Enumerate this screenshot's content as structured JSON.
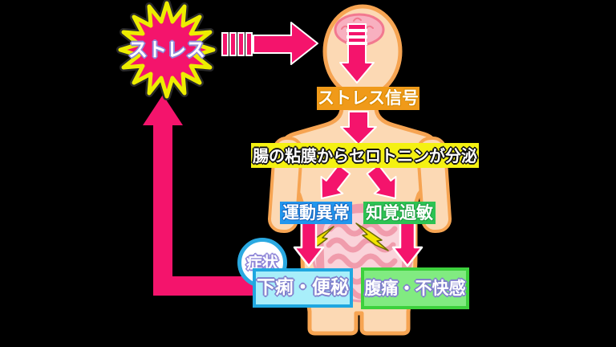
{
  "diagram": {
    "description": "stress and gut symptom feedback loop diagram",
    "labels": {
      "stress": "ストレス",
      "stress_signal": "ストレス信号",
      "serotonin": "腸の粘膜からセロトニンが分泌",
      "motor_abnormality": "運動異常",
      "hypersensitivity": "知覚過敏",
      "symptom": "症状",
      "diarrhea_constipation": "下痢・便秘",
      "pain_discomfort": "腹痛・不快感"
    },
    "colors": {
      "background": "#000000",
      "accent_pink": "#F4146C",
      "starburst_border_yellow": "#EDED00",
      "banner_yellow": "#F4F112",
      "label_orange": "#F09A19",
      "label_blue": "#2196ED",
      "label_green": "#2DC353",
      "box_lightblue_fill": "#A8EEFA",
      "box_lightblue_border": "#1FA7E0",
      "box_lightgreen_fill": "#81EB81",
      "box_lightgreen_border": "#3DD13D",
      "symptom_circle_border": "#2AA9E1",
      "body_skin": "#FCD9B4",
      "body_outline": "#F6A452",
      "brain_pink": "#F8B0C0",
      "intestine_pink": "#F09CAC",
      "lightning_yellow": "#F2E400"
    },
    "icons": [
      "stress-burst-icon",
      "brain-icon",
      "human-body-icon",
      "intestines-icon",
      "lightning-icon",
      "stress-to-head-arrow",
      "brain-signal-arrow",
      "signal-down-arrow",
      "split-arrow-left",
      "split-arrow-right",
      "motor-down-arrow",
      "sensory-down-arrow",
      "feedback-loop-arrow"
    ]
  }
}
